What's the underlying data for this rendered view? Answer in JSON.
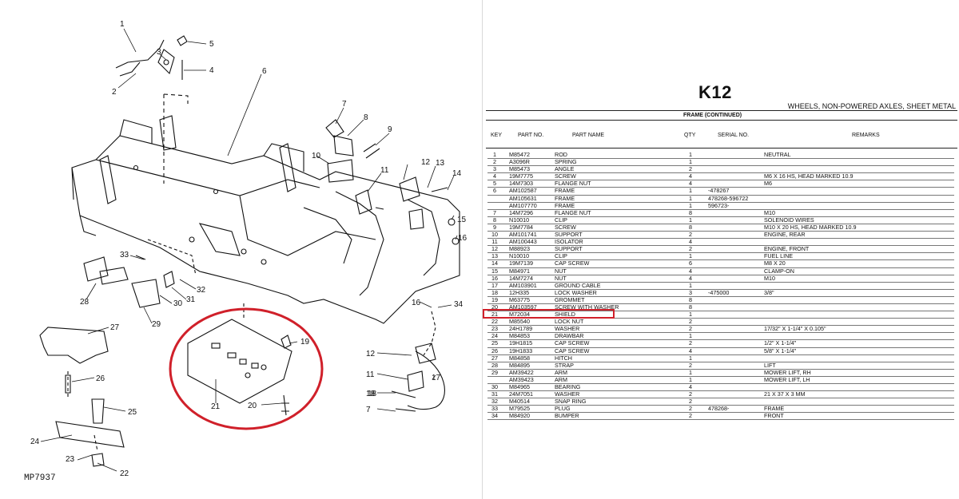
{
  "diagram": {
    "reference_code": "MP7937",
    "callouts": [
      "1",
      "2",
      "3",
      "4",
      "5",
      "6",
      "7",
      "8",
      "9",
      "10",
      "11",
      "12",
      "13",
      "14",
      "15",
      "16",
      "17",
      "18",
      "19",
      "20",
      "21",
      "22",
      "23",
      "24",
      "25",
      "26",
      "27",
      "28",
      "29",
      "30",
      "31",
      "32",
      "33",
      "34"
    ],
    "highlight_color": "#d0202a"
  },
  "parts": {
    "page_title": "K12",
    "section_title": "WHEELS, NON-POWERED AXLES, SHEET METAL",
    "subsection": "FRAME (CONTINUED)",
    "headers": {
      "key": "KEY",
      "part_no": "PART NO.",
      "part_name": "PART NAME",
      "qty": "QTY",
      "serial": "SERIAL NO.",
      "remarks": "REMARKS"
    },
    "highlighted_key": "21",
    "rows": [
      {
        "key": "1",
        "part": "M85472",
        "name": "ROD",
        "qty": "1",
        "serial": "",
        "remarks": "NEUTRAL"
      },
      {
        "key": "2",
        "part": "A3096R",
        "name": "SPRING",
        "qty": "1",
        "serial": "",
        "remarks": ""
      },
      {
        "key": "3",
        "part": "M85473",
        "name": "ANGLE",
        "qty": "2",
        "serial": "",
        "remarks": ""
      },
      {
        "key": "4",
        "part": "19M7775",
        "name": "SCREW",
        "qty": "4",
        "serial": "",
        "remarks": "M6 X 16 HS, HEAD MARKED 10.9"
      },
      {
        "key": "5",
        "part": "14M7303",
        "name": "FLANGE NUT",
        "qty": "4",
        "serial": "",
        "remarks": "M6"
      },
      {
        "key": "6",
        "part": "AM102587",
        "name": "FRAME",
        "qty": "1",
        "serial": "-478267",
        "remarks": ""
      },
      {
        "key": "",
        "part": "AM105631",
        "name": "FRAME",
        "qty": "1",
        "serial": "478268-596722",
        "remarks": ""
      },
      {
        "key": "",
        "part": "AM107770",
        "name": "FRAME",
        "qty": "1",
        "serial": "596723-",
        "remarks": ""
      },
      {
        "key": "7",
        "part": "14M7296",
        "name": "FLANGE NUT",
        "qty": "8",
        "serial": "",
        "remarks": "M10"
      },
      {
        "key": "8",
        "part": "N10010",
        "name": "CLIP",
        "qty": "1",
        "serial": "",
        "remarks": "SOLENOID WIRES"
      },
      {
        "key": "9",
        "part": "19M7784",
        "name": "SCREW",
        "qty": "8",
        "serial": "",
        "remarks": "M10 X 20 HS, HEAD MARKED 10.9"
      },
      {
        "key": "10",
        "part": "AM101741",
        "name": "SUPPORT",
        "qty": "2",
        "serial": "",
        "remarks": "ENGINE, REAR"
      },
      {
        "key": "11",
        "part": "AM100443",
        "name": "ISOLATOR",
        "qty": "4",
        "serial": "",
        "remarks": ""
      },
      {
        "key": "12",
        "part": "M88923",
        "name": "SUPPORT",
        "qty": "2",
        "serial": "",
        "remarks": "ENGINE, FRONT"
      },
      {
        "key": "13",
        "part": "N10010",
        "name": "CLIP",
        "qty": "1",
        "serial": "",
        "remarks": "FUEL LINE"
      },
      {
        "key": "14",
        "part": "19M7139",
        "name": "CAP SCREW",
        "qty": "6",
        "serial": "",
        "remarks": "M8 X 20"
      },
      {
        "key": "15",
        "part": "M84971",
        "name": "NUT",
        "qty": "4",
        "serial": "",
        "remarks": "CLAMP-ON"
      },
      {
        "key": "16",
        "part": "14M7274",
        "name": "NUT",
        "qty": "4",
        "serial": "",
        "remarks": "M10"
      },
      {
        "key": "17",
        "part": "AM103901",
        "name": "GROUND CABLE",
        "qty": "1",
        "serial": "",
        "remarks": ""
      },
      {
        "key": "18",
        "part": "12H335",
        "name": "LOCK WASHER",
        "qty": "3",
        "serial": "-475000",
        "remarks": "3/8\""
      },
      {
        "key": "19",
        "part": "M63775",
        "name": "GROMMET",
        "qty": "8",
        "serial": "",
        "remarks": ""
      },
      {
        "key": "20",
        "part": "AM103597",
        "name": "SCREW WITH WASHER",
        "qty": "8",
        "serial": "",
        "remarks": ""
      },
      {
        "key": "21",
        "part": "M72034",
        "name": "SHIELD",
        "qty": "1",
        "serial": "",
        "remarks": ""
      },
      {
        "key": "22",
        "part": "M85540",
        "name": "LOCK NUT",
        "qty": "2",
        "serial": "",
        "remarks": ""
      },
      {
        "key": "23",
        "part": "24H1789",
        "name": "WASHER",
        "qty": "2",
        "serial": "",
        "remarks": "17/32\" X 1-1/4\" X 0.105\""
      },
      {
        "key": "24",
        "part": "M84853",
        "name": "DRAWBAR",
        "qty": "1",
        "serial": "",
        "remarks": ""
      },
      {
        "key": "25",
        "part": "19H1815",
        "name": "CAP SCREW",
        "qty": "2",
        "serial": "",
        "remarks": "1/2\" X 1-1/4\""
      },
      {
        "key": "26",
        "part": "19H1833",
        "name": "CAP SCREW",
        "qty": "4",
        "serial": "",
        "remarks": "5/8\" X 1-1/4\""
      },
      {
        "key": "27",
        "part": "M84858",
        "name": "HITCH",
        "qty": "1",
        "serial": "",
        "remarks": ""
      },
      {
        "key": "28",
        "part": "M84895",
        "name": "STRAP",
        "qty": "2",
        "serial": "",
        "remarks": "LIFT"
      },
      {
        "key": "29",
        "part": "AM39422",
        "name": "ARM",
        "qty": "1",
        "serial": "",
        "remarks": "MOWER LIFT, RH"
      },
      {
        "key": "",
        "part": "AM39423",
        "name": "ARM",
        "qty": "1",
        "serial": "",
        "remarks": "MOWER LIFT, LH"
      },
      {
        "key": "30",
        "part": "M84965",
        "name": "BEARING",
        "qty": "4",
        "serial": "",
        "remarks": ""
      },
      {
        "key": "31",
        "part": "24M7051",
        "name": "WASHER",
        "qty": "2",
        "serial": "",
        "remarks": "21 X 37 X 3 MM"
      },
      {
        "key": "32",
        "part": "M40514",
        "name": "SNAP RING",
        "qty": "2",
        "serial": "",
        "remarks": ""
      },
      {
        "key": "33",
        "part": "M79525",
        "name": "PLUG",
        "qty": "2",
        "serial": "478268-",
        "remarks": "FRAME"
      },
      {
        "key": "34",
        "part": "M84920",
        "name": "BUMPER",
        "qty": "2",
        "serial": "",
        "remarks": "FRONT"
      }
    ]
  }
}
